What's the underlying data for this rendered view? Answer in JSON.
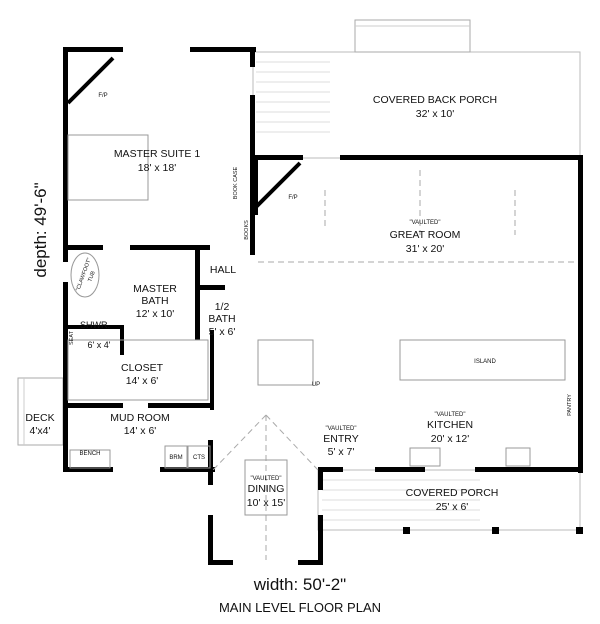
{
  "rooms": {
    "master_suite": {
      "name": "MASTER SUITE 1",
      "size": "18' x 18'"
    },
    "back_porch": {
      "name": "COVERED BACK PORCH",
      "size": "32' x 10'"
    },
    "great_room": {
      "note": "\"VAULTED\"",
      "name": "GREAT ROOM",
      "size": "31' x 20'"
    },
    "hall": {
      "name": "HALL"
    },
    "master_bath": {
      "name1": "MASTER",
      "name2": "BATH",
      "size": "12' x 10'"
    },
    "half_bath": {
      "name1": "1/2",
      "name2": "BATH",
      "size": "5' x 6'"
    },
    "shower": {
      "name": "SHWR.",
      "size": "6' x 4'",
      "seat": "SEAT"
    },
    "tub": {
      "line1": "\"CLAWFOOT\"",
      "line2": "TUB"
    },
    "closet": {
      "name": "CLOSET",
      "size": "14' x 6'"
    },
    "deck": {
      "name": "DECK",
      "size": "4'x4'"
    },
    "mud_room": {
      "name": "MUD ROOM",
      "size": "14' x 6'"
    },
    "kitchen": {
      "note": "\"VAULTED\"",
      "name": "KITCHEN",
      "size": "20' x 12'"
    },
    "entry": {
      "note": "\"VAULTED\"",
      "name": "ENTRY",
      "size": "5' x 7'"
    },
    "dining": {
      "note": "\"VAULTED\"",
      "name": "DINING",
      "size": "10' x 15'"
    },
    "front_porch": {
      "name": "COVERED PORCH",
      "size": "25' x 6'"
    }
  },
  "fixtures": {
    "fireplace": "F/P",
    "book_case": "BOOK CASE",
    "books": "BOOKS",
    "bench": "BENCH",
    "broom": "BRM",
    "coats": "CTS",
    "island": "ISLAND",
    "pantry": "PANTRY",
    "stairs_up": "UP"
  },
  "dimensions": {
    "depth": "depth: 49'-6\"",
    "width": "width: 50'-2\""
  },
  "title": "MAIN LEVEL FLOOR PLAN"
}
